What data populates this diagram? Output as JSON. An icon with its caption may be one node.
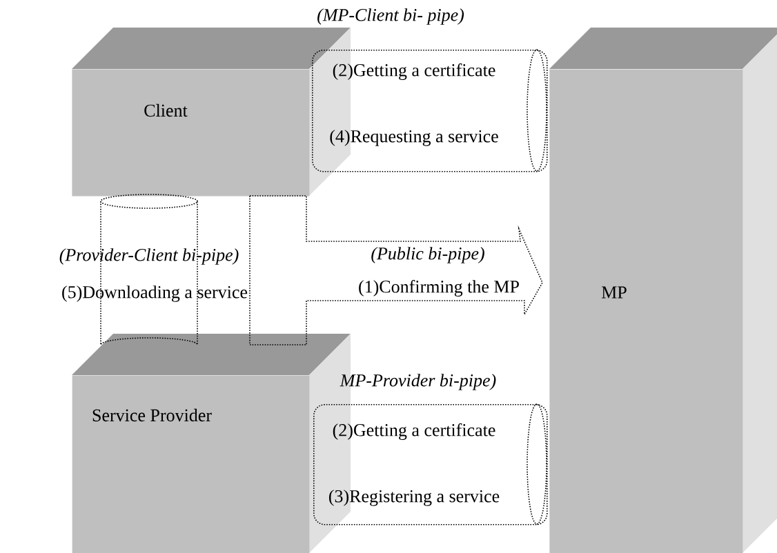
{
  "diagram": {
    "nodes": [
      {
        "text": [
          "Client"
        ]
      },
      {
        "text": [
          "(MP-Client bi- pipe)",
          "(2)Getting a certificate",
          "(4)Requesting a service"
        ]
      },
      {
        "text": [
          "MP"
        ]
      },
      {
        "text": [
          "(Public bi-pipe)",
          "(1)Confirming the MP"
        ]
      },
      {
        "text": [
          "(Provider-Client bi-pipe)",
          "(5)Downloading a service"
        ]
      },
      {
        "text": [
          "Service Provider"
        ]
      },
      {
        "text": [
          "MP-Provider bi-pipe)",
          "(2)Getting a certificate",
          "(3)Registering a service"
        ]
      }
    ]
  }
}
